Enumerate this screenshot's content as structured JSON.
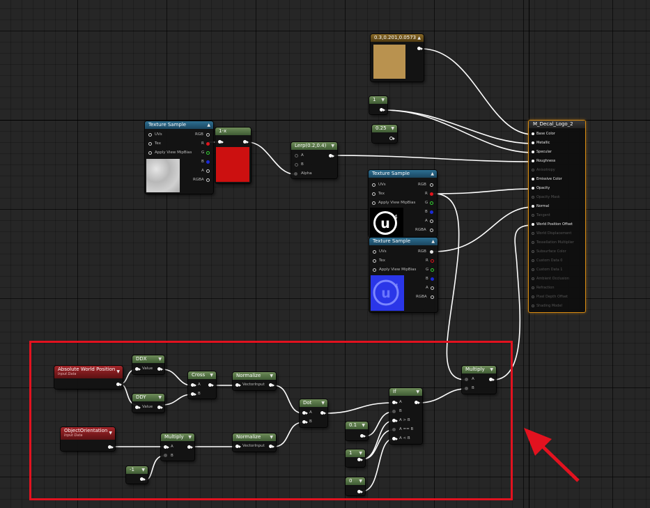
{
  "colors": {
    "highlight": "#e2121f",
    "result_border": "#d98c12",
    "wire": "#ffffff"
  },
  "nodes": {
    "color_const": {
      "title": "0.3,0.201,0.0573"
    },
    "const_1a": {
      "title": "1"
    },
    "const_025": {
      "title": "0.25"
    },
    "tex1": {
      "title": "Texture Sample",
      "uvs": "UVs",
      "tex": "Tex",
      "apply": "Apply View MipBias",
      "rgb": "RGB",
      "r": "R",
      "g": "G",
      "b": "B",
      "a": "A",
      "rgba": "RGBA"
    },
    "one_minus": {
      "title": "1-x"
    },
    "lerp": {
      "title": "Lerp(0.2,0.4)",
      "a": "A",
      "b": "B",
      "alpha": "Alpha"
    },
    "tex2": {
      "title": "Texture Sample",
      "uvs": "UVs",
      "tex": "Tex",
      "apply": "Apply View MipBias",
      "rgb": "RGB",
      "r": "R",
      "g": "G",
      "b": "B",
      "a": "A",
      "rgba": "RGBA"
    },
    "tex3": {
      "title": "Texture Sample",
      "uvs": "UVs",
      "tex": "Tex",
      "apply": "Apply View MipBias",
      "rgb": "RGB",
      "r": "R",
      "g": "G",
      "b": "B",
      "a": "A",
      "rgba": "RGBA"
    },
    "awp": {
      "title": "Absolute World Position",
      "sub": "Input Data"
    },
    "oo": {
      "title": "ObjectOrientation",
      "sub": "Input Data"
    },
    "ddx": {
      "title": "DDX",
      "value": "Value"
    },
    "ddy": {
      "title": "DDY",
      "value": "Value"
    },
    "cross": {
      "title": "Cross",
      "a": "A",
      "b": "B"
    },
    "norm1": {
      "title": "Normalize",
      "input": "VectorInput"
    },
    "norm2": {
      "title": "Normalize",
      "input": "VectorInput"
    },
    "mult1": {
      "title": "Multiply",
      "a": "A",
      "b": "B"
    },
    "neg1": {
      "title": "-1"
    },
    "dot": {
      "title": "Dot",
      "a": "A",
      "b": "B"
    },
    "if": {
      "title": "If",
      "a": "A",
      "b": "B",
      "agb": "A > B",
      "aeb": "A == B",
      "alb": "A < B"
    },
    "c01": {
      "title": "0.1"
    },
    "c1b": {
      "title": "1"
    },
    "c0": {
      "title": "0"
    },
    "mult2": {
      "title": "Multiply",
      "a": "A",
      "b": "B"
    }
  },
  "result": {
    "title": "M_Decal_Logo_2",
    "pins": [
      {
        "label": "Base Color",
        "enabled": true
      },
      {
        "label": "Metallic",
        "enabled": true
      },
      {
        "label": "Specular",
        "enabled": true
      },
      {
        "label": "Roughness",
        "enabled": true
      },
      {
        "label": "Anisotropy",
        "enabled": false
      },
      {
        "label": "Emissive Color",
        "enabled": true
      },
      {
        "label": "Opacity",
        "enabled": true
      },
      {
        "label": "Opacity Mask",
        "enabled": false
      },
      {
        "label": "Normal",
        "enabled": true
      },
      {
        "label": "Tangent",
        "enabled": false
      },
      {
        "label": "World Position Offset",
        "enabled": true
      },
      {
        "label": "World Displacement",
        "enabled": false
      },
      {
        "label": "Tessellation Multiplier",
        "enabled": false
      },
      {
        "label": "Subsurface Color",
        "enabled": false
      },
      {
        "label": "Custom Data 0",
        "enabled": false
      },
      {
        "label": "Custom Data 1",
        "enabled": false
      },
      {
        "label": "Ambient Occlusion",
        "enabled": false
      },
      {
        "label": "Refraction",
        "enabled": false
      },
      {
        "label": "Pixel Depth Offset",
        "enabled": false
      },
      {
        "label": "Shading Model",
        "enabled": false
      }
    ]
  }
}
